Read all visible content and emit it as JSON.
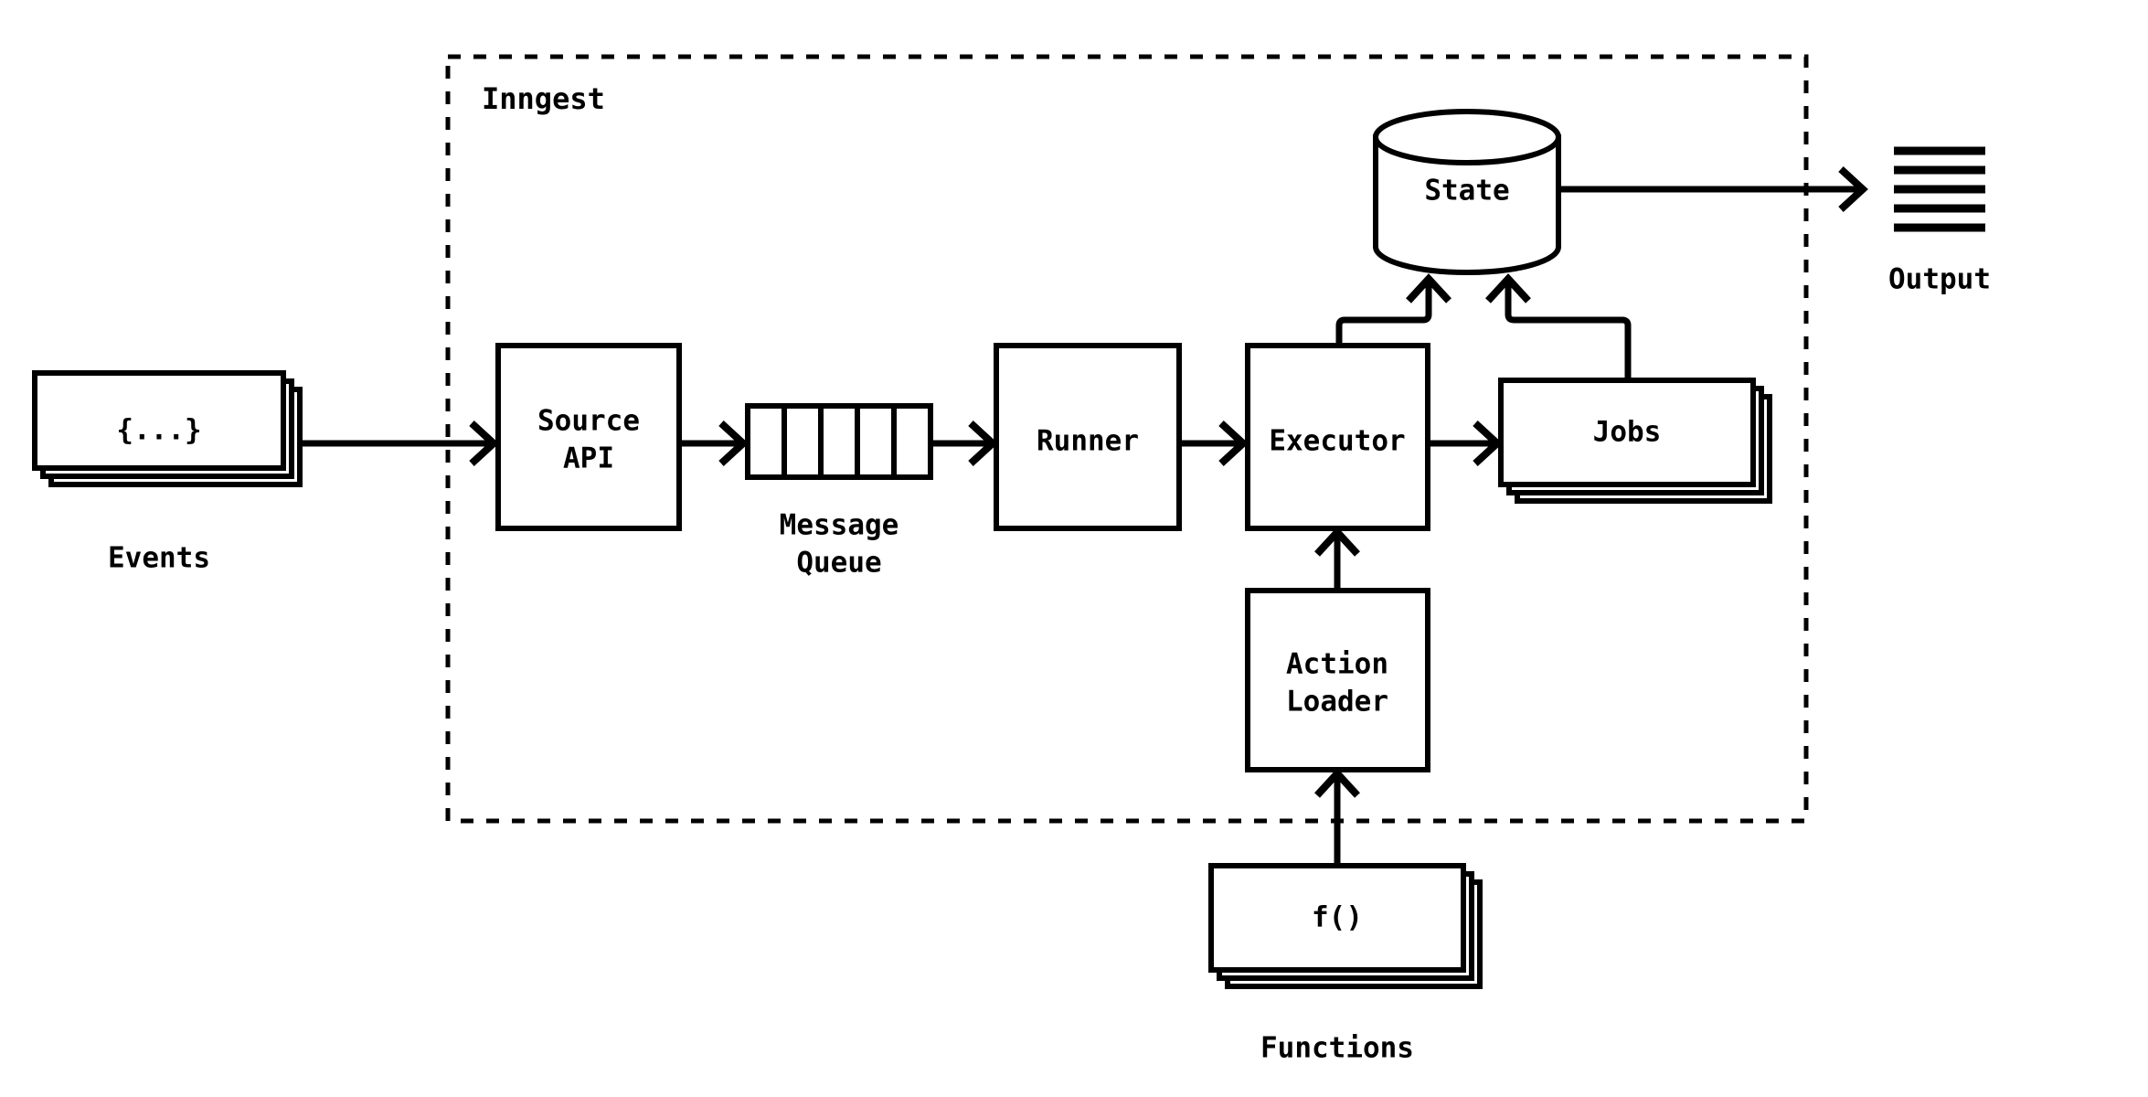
{
  "diagram": {
    "title": "Inngest",
    "boundary_label": "Inngest",
    "background_color": "#ffffff",
    "line_color": "#000000",
    "nodes": {
      "events": {
        "label": "{...}",
        "caption": "Events",
        "shape": "stacked-card",
        "stack_count": 3
      },
      "source_api": {
        "label_line1": "Source",
        "label_line2": "API",
        "shape": "rect"
      },
      "message_queue": {
        "caption_line1": "Message",
        "caption_line2": "Queue",
        "shape": "queue",
        "cells": 5
      },
      "runner": {
        "label": "Runner",
        "shape": "rect"
      },
      "executor": {
        "label": "Executor",
        "shape": "rect"
      },
      "jobs": {
        "label": "Jobs",
        "shape": "stacked-card",
        "stack_count": 3
      },
      "state": {
        "label": "State",
        "shape": "cylinder"
      },
      "output": {
        "caption": "Output",
        "shape": "lines-icon",
        "line_count": 5
      },
      "action_loader": {
        "label_line1": "Action",
        "label_line2": "Loader",
        "shape": "rect"
      },
      "functions": {
        "label": "f()",
        "caption": "Functions",
        "shape": "stacked-card",
        "stack_count": 3
      }
    },
    "edges": [
      {
        "from": "events",
        "to": "source_api"
      },
      {
        "from": "source_api",
        "to": "message_queue"
      },
      {
        "from": "message_queue",
        "to": "runner"
      },
      {
        "from": "runner",
        "to": "executor"
      },
      {
        "from": "executor",
        "to": "jobs"
      },
      {
        "from": "executor",
        "to": "state"
      },
      {
        "from": "jobs",
        "to": "state"
      },
      {
        "from": "state",
        "to": "output"
      },
      {
        "from": "functions",
        "to": "action_loader"
      },
      {
        "from": "action_loader",
        "to": "executor"
      }
    ]
  }
}
